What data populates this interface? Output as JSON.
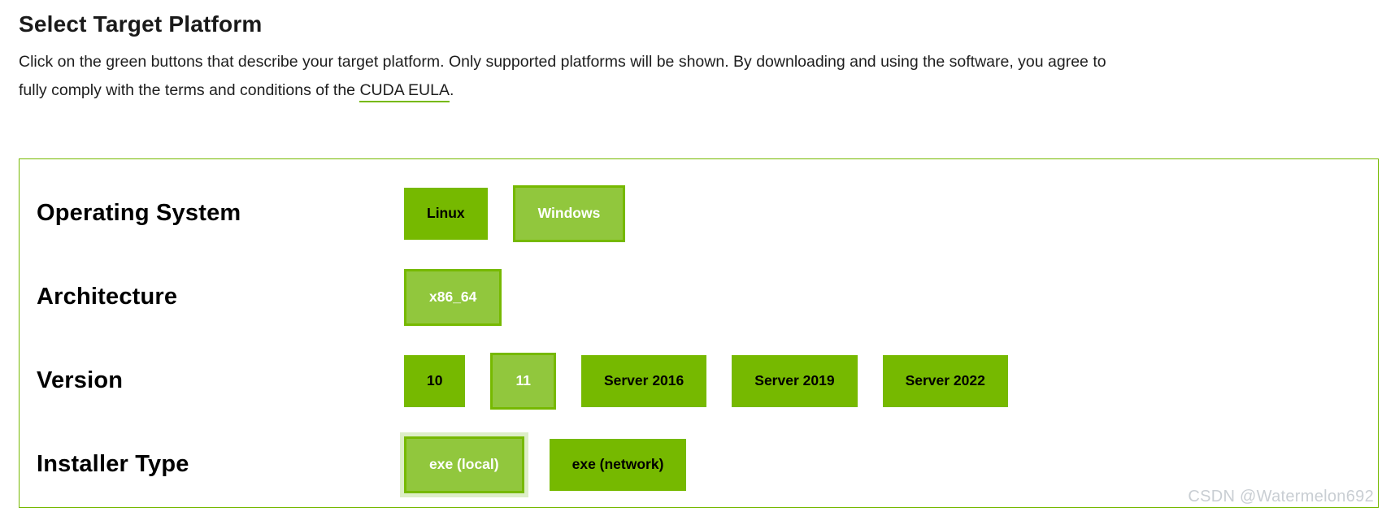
{
  "page": {
    "title": "Select Target Platform",
    "description": {
      "line1": "Click on the green buttons that describe your target platform. Only supported platforms will be shown. By downloading and using the software, you agree to",
      "line2_prefix": "fully comply with the terms and conditions of the ",
      "link_text": "CUDA EULA",
      "line2_suffix": "."
    }
  },
  "selector": {
    "rows": [
      {
        "label": "Operating System",
        "buttons": [
          {
            "label": "Linux",
            "state": "default"
          },
          {
            "label": "Windows",
            "state": "selected"
          }
        ]
      },
      {
        "label": "Architecture",
        "buttons": [
          {
            "label": "x86_64",
            "state": "selected"
          }
        ]
      },
      {
        "label": "Version",
        "buttons": [
          {
            "label": "10",
            "state": "default"
          },
          {
            "label": "11",
            "state": "selected"
          },
          {
            "label": "Server 2016",
            "state": "default"
          },
          {
            "label": "Server 2019",
            "state": "default"
          },
          {
            "label": "Server 2022",
            "state": "default"
          }
        ]
      },
      {
        "label": "Installer Type",
        "buttons": [
          {
            "label": "exe (local)",
            "state": "selected-focus"
          },
          {
            "label": "exe (network)",
            "state": "default"
          }
        ]
      }
    ]
  },
  "watermark": "CSDN @Watermelon692",
  "colors": {
    "nvidia_green": "#76b900",
    "selected_green": "#91c73d",
    "focus_ring_green": "#ddeec7",
    "box_border_green": "#76b900",
    "link_underline_green": "#76b900",
    "watermark_gray": "#c9ced3"
  }
}
